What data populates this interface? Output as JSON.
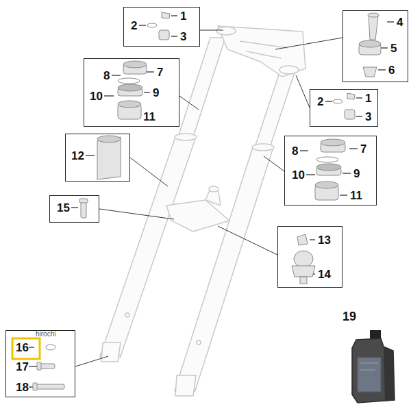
{
  "diagram": {
    "nodes": [
      {
        "text": [
          "2",
          "1",
          "3"
        ]
      },
      {
        "text": [
          "4",
          "5",
          "6"
        ]
      },
      {
        "text": [
          "8",
          "7",
          "10",
          "9",
          "11"
        ]
      },
      {
        "text": [
          "2",
          "1",
          "3"
        ]
      },
      {
        "text": [
          "12"
        ]
      },
      {
        "text": [
          "8",
          "7",
          "10",
          "9",
          "11"
        ]
      },
      {
        "text": [
          "15"
        ]
      },
      {
        "text": [
          "13",
          "14"
        ]
      },
      {
        "text": [
          "16",
          "17",
          "18"
        ]
      }
    ],
    "labels": [
      "19",
      "hirochi"
    ]
  }
}
